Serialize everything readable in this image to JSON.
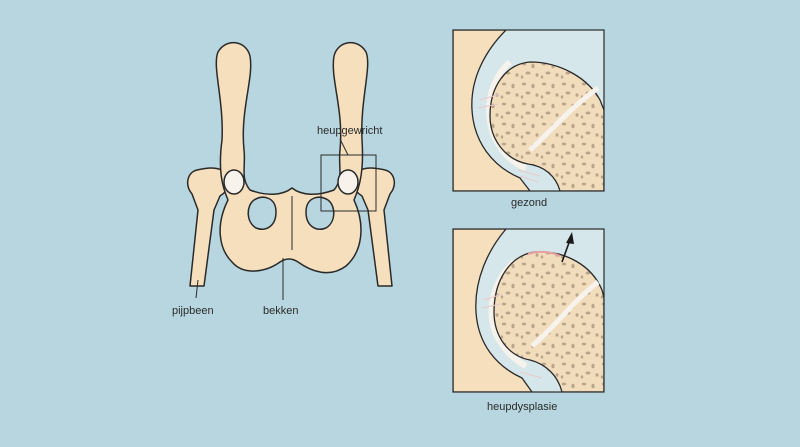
{
  "labels": {
    "hip_joint": "heupgewricht",
    "femur": "pijpbeen",
    "pelvis": "bekken",
    "healthy": "gezond",
    "dysplasia": "heupdysplasie"
  },
  "colors": {
    "background": "#b7d6df",
    "bone": "#f5dfbd",
    "bone_outline": "#2a2a2a",
    "cartilage": "#f7f3ec",
    "marrow_spots": "#b7a488",
    "panel_bg": "#d6e7ec",
    "inflamed": "#e8a0a0"
  }
}
